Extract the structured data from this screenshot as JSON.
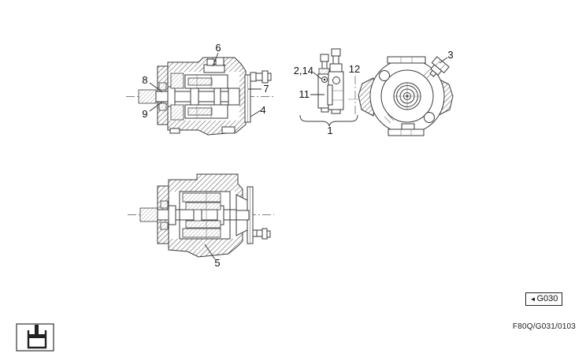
{
  "page": {
    "background_color": "#ffffff",
    "line_color": "#3a3a3a",
    "text_color": "#111111"
  },
  "diagram": {
    "callouts": {
      "c1": "1",
      "c2_14": "2,14",
      "c3": "3",
      "c4": "4",
      "c5": "5",
      "c6": "6",
      "c7": "7",
      "c8": "8",
      "c9": "9",
      "c11": "11",
      "c12": "12"
    },
    "icons": {
      "corner_symbol": "piston-cylinder-icon",
      "badge_arrow": "left-triangle-icon"
    }
  },
  "figure_ref_badge": {
    "arrow_glyph": "◄",
    "label": "G030"
  },
  "footer": {
    "drawing_code": "F80Q/G031/0103"
  }
}
